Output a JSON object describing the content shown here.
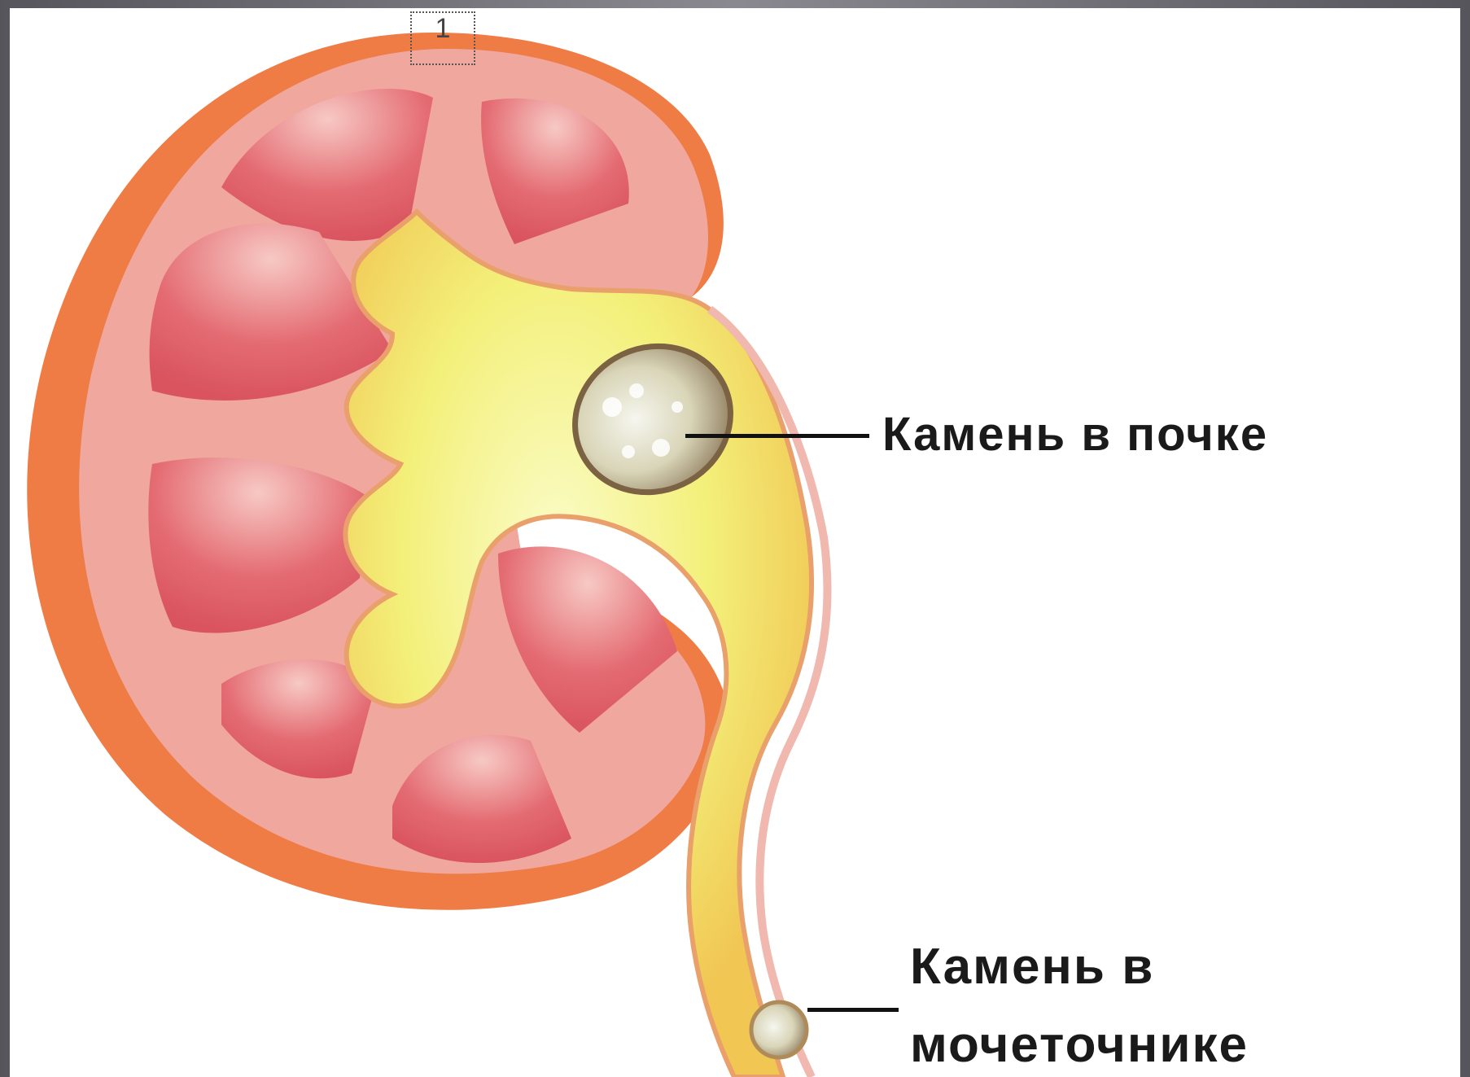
{
  "labels": {
    "kidney_stone": "Камень в почке",
    "ureter_stone_line1": "Камень в",
    "ureter_stone_line2": "мочеточнике"
  },
  "figure_marker": "1",
  "colors": {
    "frame": "#5f5e66",
    "cortex": "#f0a79e",
    "capsule": "#ef7b45",
    "pyramid": "#e46b72",
    "pelvis": "#f3f07a",
    "stone": "#d9d5b8",
    "leader": "#111111"
  }
}
